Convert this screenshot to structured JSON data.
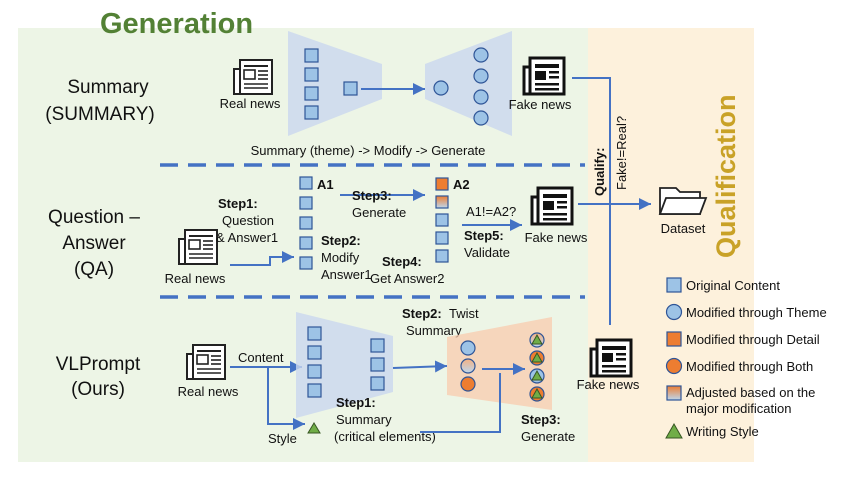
{
  "titles": {
    "generation": "Generation",
    "qualification": "Qualification"
  },
  "rows": {
    "summary": {
      "title1": "Summary",
      "title2": "(SUMMARY)",
      "caption": "Summary (theme) -> Modify -> Generate"
    },
    "qa": {
      "title1": "Question –",
      "title2": "Answer",
      "title3": "(QA)"
    },
    "vlprompt": {
      "title1": "VLPrompt",
      "title2": "(Ours)"
    }
  },
  "labels": {
    "real_news": "Real news",
    "fake_news": "Fake news",
    "dataset": "Dataset",
    "qualify_bold": "Qualify:",
    "qualify_text": "Fake!=Real?"
  },
  "qa_steps": {
    "a1": "A1",
    "a2": "A2",
    "step1_bold": "Step1:",
    "step1_l1": "Question",
    "step1_l2": "& Answer1",
    "step2_bold": "Step2:",
    "step2_l1": "Modify",
    "step2_l2": "Answer1",
    "step3_bold": "Step3:",
    "step3_l1": "Generate",
    "step4_bold": "Step4:",
    "step4_l1": "Get Answer2",
    "step5_bold": "Step5:",
    "step5_l1": "Validate",
    "compare": "A1!=A2?"
  },
  "vl_steps": {
    "content": "Content",
    "style": "Style",
    "step1_bold": "Step1:",
    "step1_l1": "Summary",
    "step1_l2": "(critical elements)",
    "step2_bold": "Step2:",
    "step2_l1": "Twist",
    "step2_l2": "Summary",
    "step3_bold": "Step3:",
    "step3_l1": "Generate"
  },
  "legend": [
    {
      "icon": "blue-square",
      "label": "Original Content"
    },
    {
      "icon": "blue-circle",
      "label": "Modified through Theme"
    },
    {
      "icon": "orange-square",
      "label": "Modified through Detail"
    },
    {
      "icon": "orange-circle",
      "label": "Modified through Both"
    },
    {
      "icon": "gradient-square",
      "label": "Adjusted based on the",
      "label2": "major modification"
    },
    {
      "icon": "green-triangle",
      "label": "Writing Style"
    }
  ],
  "colors": {
    "generation_bg": "#EDF5E6",
    "qualification_bg": "#FDF1DC",
    "generation_title": "#538135",
    "qualification_title": "#C9A227",
    "arrow": "#4472C4",
    "blue_shape": "#9DC3E6",
    "orange_shape": "#ED7D31",
    "green_triangle": "#70AD47"
  }
}
